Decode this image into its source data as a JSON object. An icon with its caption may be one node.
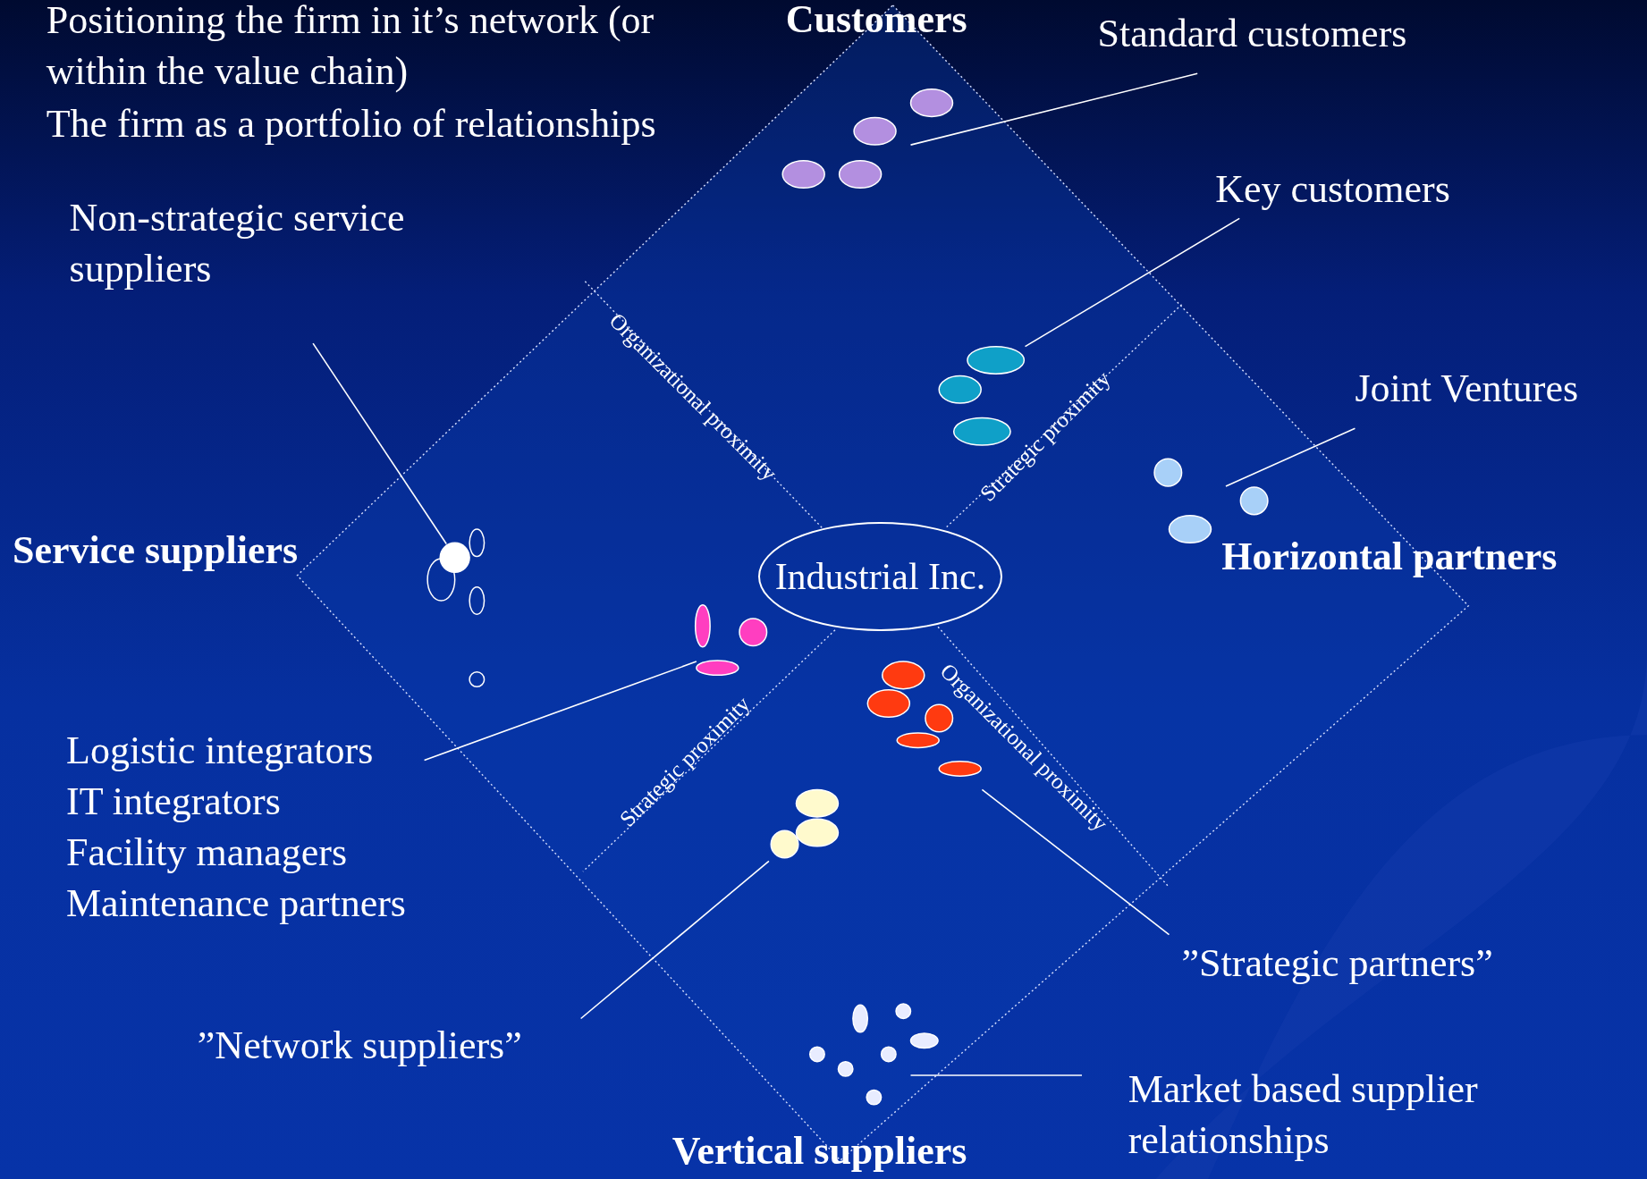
{
  "diagram": {
    "title": "Positioning the firm in it’s network (or within the value chain)",
    "nodes": [
      {
        "text": [
          "Industrial Inc."
        ]
      },
      {
        "text": [
          "Standard customers"
        ]
      },
      {
        "text": [
          "Key customers"
        ]
      },
      {
        "text": [
          "Joint Ventures"
        ]
      },
      {
        "text": [
          "Non-strategic service suppliers"
        ]
      },
      {
        "text": [
          "Logistic integrators",
          "IT integrators",
          "Facility managers",
          "Maintenance partners"
        ]
      },
      {
        "text": [
          "”Network suppliers”"
        ]
      },
      {
        "text": [
          "”Strategic partners”"
        ]
      },
      {
        "text": [
          "Market based supplier relationships"
        ]
      },
      {
        "text": [],
        "shape": "circle"
      },
      {
        "text": [],
        "shape": "circle"
      },
      {
        "text": [],
        "shape": "circle"
      },
      {
        "text": [],
        "shape": "circle"
      },
      {
        "text": [],
        "shape": "circle"
      },
      {
        "text": [],
        "shape": "circle"
      },
      {
        "text": [],
        "shape": "circle"
      },
      {
        "text": [],
        "shape": "circle"
      }
    ],
    "edges": [
      {
        "from": 1,
        "to": 9,
        "arrow": "none"
      },
      {
        "from": 2,
        "to": 10,
        "arrow": "none"
      },
      {
        "from": 3,
        "to": 11,
        "arrow": "none"
      },
      {
        "from": 4,
        "to": 12,
        "arrow": "none"
      },
      {
        "from": 5,
        "to": 13,
        "arrow": "none"
      },
      {
        "from": 6,
        "to": 15,
        "arrow": "none"
      },
      {
        "from": 7,
        "to": 14,
        "arrow": "none"
      },
      {
        "from": 8,
        "to": 16,
        "arrow": "none"
      }
    ],
    "labels": [
      "The firm as a portfolio of relationships",
      "Customers",
      "Organizational proximity",
      "Strategic proximity",
      "Service suppliers",
      "Horizontal partners",
      "Strategic proximity",
      "Organizational proximity",
      "Vertical suppliers"
    ]
  }
}
